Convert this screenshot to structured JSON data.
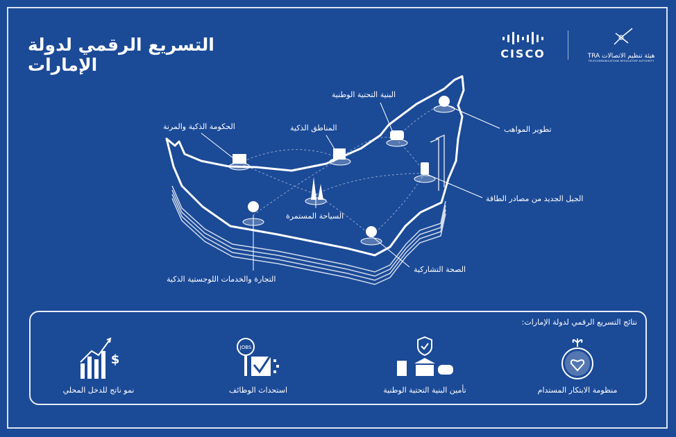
{
  "header": {
    "title": "التسريع الرقمي لدولة الإمارات"
  },
  "logos": {
    "cisco": "CISCO",
    "tra_arabic": "هيئة تنظيم الاتصالات",
    "tra_abbr": "TRA",
    "tra_english": "TELECOMMUNICATIONS REGULATORY AUTHORITY"
  },
  "map_labels": {
    "smart_government": "الحكومة الذكية والمرنة",
    "smart_zones": "المناطق الذكية",
    "national_infrastructure": "البنية التحتية الوطنية",
    "talent_development": "تطوير المواهب",
    "energy": "الجيل الجديد من مصادر الطاقة",
    "tourism": "السياحة المستمرة",
    "health": "الصحة التشاركية",
    "trade_logistics": "التجارة والخدمات اللوجستية الذكية"
  },
  "results": {
    "title": "نتائج التسريع الرقمي لدولة الإمارات:",
    "items": [
      {
        "label": "منظومة الابتكار المستدام",
        "icon": "globe-heart-icon"
      },
      {
        "label": "تأمين البنية التحتية الوطنية",
        "icon": "infrastructure-shield-icon"
      },
      {
        "label": "استحداث الوظائف",
        "icon": "jobs-icon"
      },
      {
        "label": "نمو ناتج للدخل المحلي",
        "icon": "gdp-growth-icon"
      }
    ]
  },
  "colors": {
    "background": "#1b4a97",
    "foreground": "#ffffff"
  }
}
